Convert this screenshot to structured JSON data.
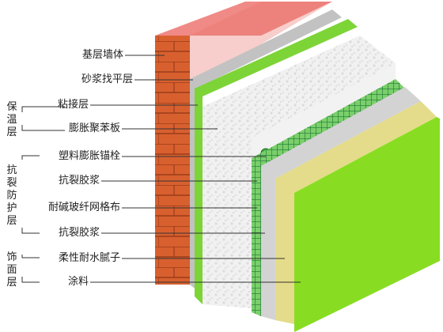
{
  "labels": [
    {
      "key": "base_wall",
      "text": "基层墙体"
    },
    {
      "key": "leveling_mortar",
      "text": "砂浆找平层"
    },
    {
      "key": "adhesive",
      "text": "粘接层"
    },
    {
      "key": "eps_board",
      "text": "膨胀聚苯板"
    },
    {
      "key": "anchor",
      "text": "塑料膨胀锚栓"
    },
    {
      "key": "crack_mortar_1",
      "text": "抗裂胶浆"
    },
    {
      "key": "mesh",
      "text": "耐碱玻纤网格布"
    },
    {
      "key": "crack_mortar_2",
      "text": "抗裂胶浆"
    },
    {
      "key": "putty",
      "text": "柔性耐水腻子"
    },
    {
      "key": "paint",
      "text": "涂料"
    }
  ],
  "groups": {
    "insulation": "保温层",
    "crack_resistant": "抗裂防护层",
    "finish": "饰面层"
  },
  "colors": {
    "brick": "#d8602f",
    "brick_top": "#f08080",
    "mortar": "#c9c9c9",
    "green": "#7dd436",
    "foam": "#f2f2f2",
    "mesh": "#3aa85a",
    "grey_layer": "#d0d0d0",
    "cream": "#e6dc8c",
    "paint": "#88dd22"
  }
}
